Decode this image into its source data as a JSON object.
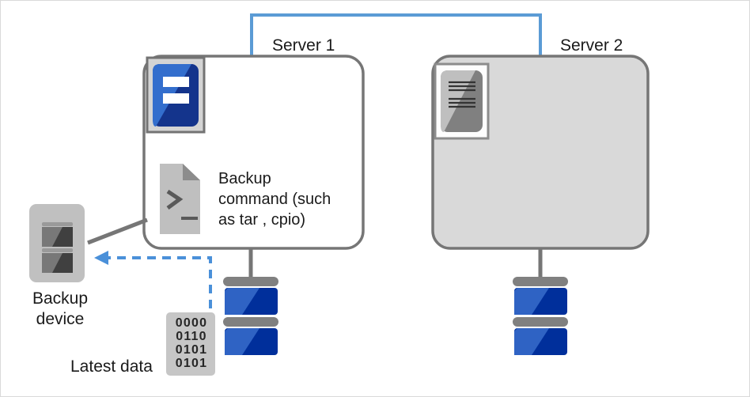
{
  "diagram": {
    "title_server1": "Server 1",
    "title_server2": "Server 2",
    "backup_command_text": "Backup\ncommand  (such\nas tar , cpio)",
    "backup_device_label": "Backup\ndevice",
    "latest_data_label": "Latest data",
    "binary_data": "0000\n0110\n0101\n0101",
    "icons": {
      "server1_icon": "server-icon-active",
      "server2_icon": "server-icon-inactive",
      "script_icon": "script-file-icon",
      "backup_device_icon": "disk-cartridge-icon",
      "disk_stack_icon": "disk-stack-icon",
      "binary_icon": "binary-data-icon",
      "arrow_icon": "dashed-left-arrow-icon"
    },
    "colors": {
      "accent_blue": "#5b9bd5",
      "disk_blue_light": "#2f63c4",
      "disk_blue_dark": "#002f9b",
      "server_icon_blue_light": "#336ecd",
      "server_icon_blue_dark": "#14348c",
      "line_gray": "#767676",
      "server2_fill": "#d9d9d9",
      "device_fill": "#c0c0c0",
      "text_color": "#1a1a1a",
      "background": "#ffffff"
    }
  }
}
